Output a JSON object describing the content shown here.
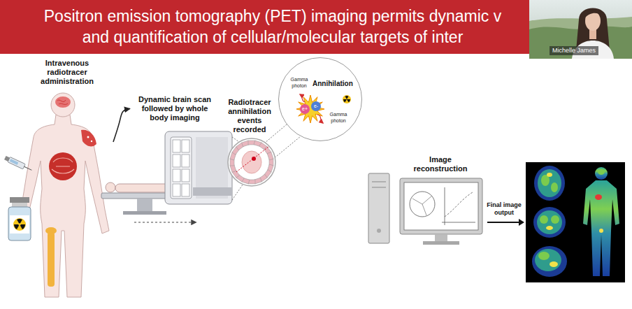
{
  "diagram": {
    "title": "Positron emission tomography (PET) imaging permits dynamic v and quantification of cellular/molecular targets of inter",
    "nodes": [
      {
        "text": [
          "Intravenous radiotracer administration"
        ]
      },
      {
        "text": [
          "Dynamic brain scan followed by whole body imaging"
        ]
      },
      {
        "text": [
          "Radiotracer annihilation events recorded"
        ]
      },
      {
        "text": [
          "Annihilation"
        ]
      },
      {
        "text": [
          "Image reconstruction"
        ]
      }
    ],
    "edges": [
      {
        "from": 0,
        "to": 1,
        "arrow": "to"
      }
    ],
    "labels": [
      "Michelle James",
      "Gamma photon",
      "e+",
      "e-",
      "Gamma photon",
      "Final image output"
    ]
  }
}
